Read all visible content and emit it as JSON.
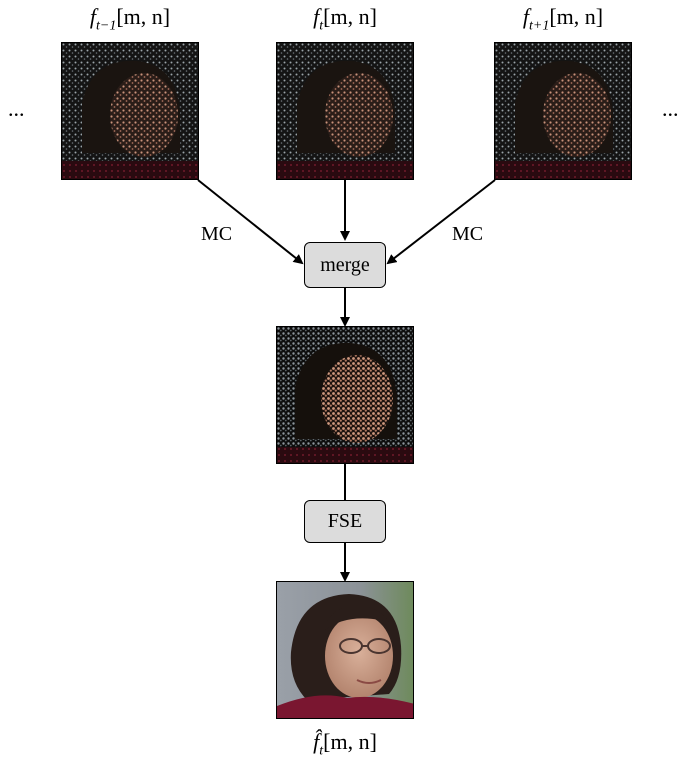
{
  "frames": {
    "prev": {
      "f": "f",
      "sub": "t−1",
      "args": "[m, n]"
    },
    "curr": {
      "f": "f",
      "sub": "t",
      "args": "[m, n]"
    },
    "next": {
      "f": "f",
      "sub": "t+1",
      "args": "[m, n]"
    },
    "output": {
      "f": "f̂",
      "sub": "t",
      "args": "[m, n]"
    }
  },
  "ellipsis_left": "...",
  "ellipsis_right": "...",
  "edge_labels": {
    "left": "MC",
    "right": "MC"
  },
  "blocks": {
    "merge": "merge",
    "fse": "FSE"
  },
  "colors": {
    "block_fill": "#dcdcdc",
    "stroke": "#000000"
  }
}
